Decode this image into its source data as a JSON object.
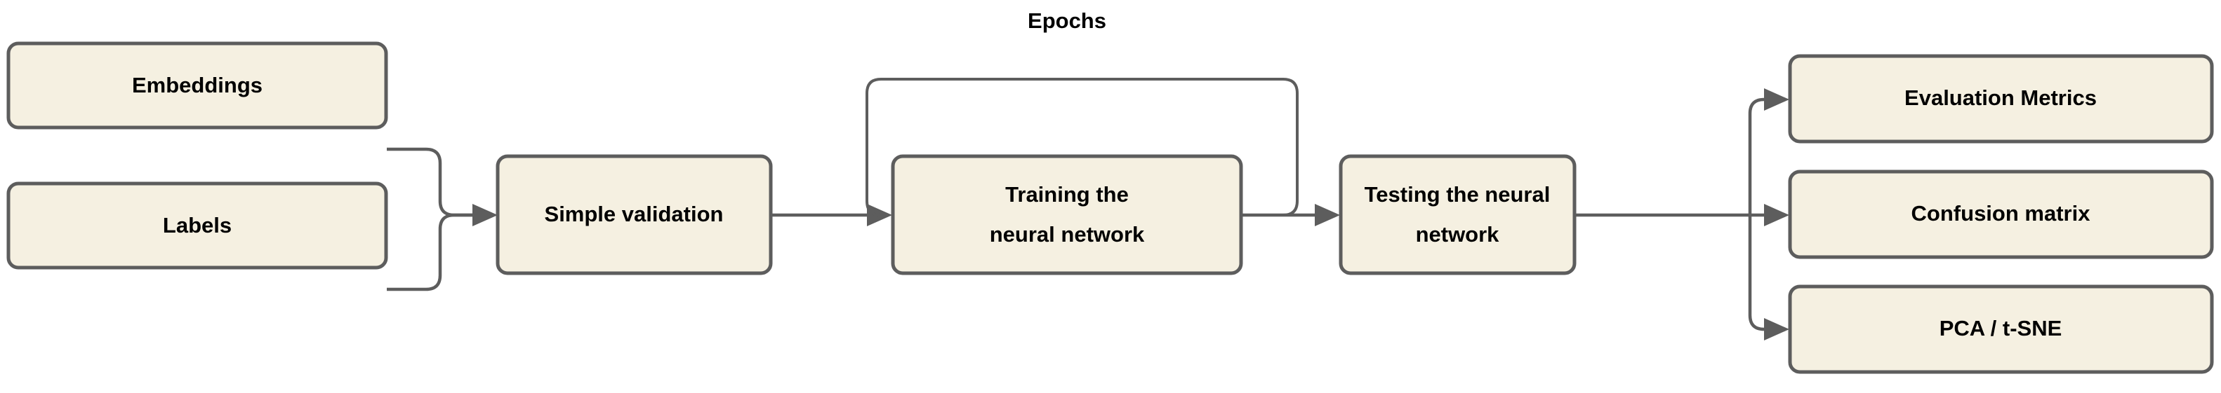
{
  "diagram": {
    "title": "Epochs",
    "background_color": "#ffffff",
    "node_fill_color": "#f5f0e1",
    "node_border_color": "#5d5d5d",
    "edge_color": "#5d5d5d",
    "text_color": "#000000",
    "nodes": [
      {
        "id": "embeddings",
        "label": "Embeddings"
      },
      {
        "id": "labels",
        "label": "Labels"
      },
      {
        "id": "simple-validation",
        "label": "Simple validation"
      },
      {
        "id": "training",
        "label_line1": "Training the",
        "label_line2": "neural network"
      },
      {
        "id": "testing",
        "label_line1": "Testing the neural",
        "label_line2": "network"
      },
      {
        "id": "evaluation-metrics",
        "label": "Evaluation Metrics"
      },
      {
        "id": "confusion-matrix",
        "label": "Confusion matrix"
      },
      {
        "id": "pca-tsne",
        "label": "PCA / t-SNE"
      }
    ]
  }
}
